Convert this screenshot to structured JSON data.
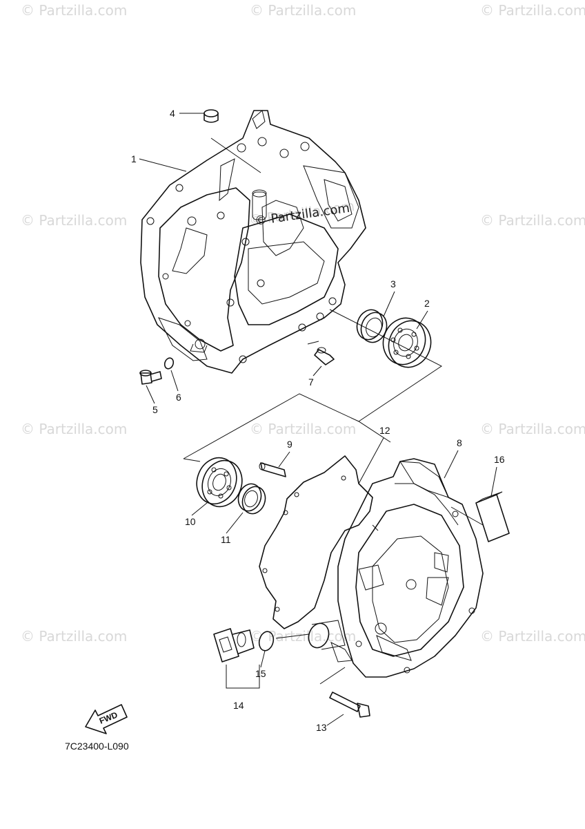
{
  "watermarks": [
    "© Partzilla.com",
    "© Partzilla.com",
    "© Partzilla.com",
    "© Partzilla.com",
    "© Partzilla.com",
    "© Partzilla.com",
    "© Partzilla.com",
    "© Partzilla.com",
    "© Partzilla.com",
    "© Partzilla.com",
    "© Partzilla.com",
    "© Partzilla.com",
    "© Partzilla.com"
  ],
  "callouts": {
    "p1": "1",
    "p2": "2",
    "p3": "3",
    "p4": "4",
    "p5": "5",
    "p6": "6",
    "p7": "7",
    "p8": "8",
    "p9": "9",
    "p10": "10",
    "p11": "11",
    "p12": "12",
    "p13": "13",
    "p14": "14",
    "p15": "15",
    "p16": "16"
  },
  "fwd_label": "FWD",
  "diagram_code": "7C23400-L090"
}
